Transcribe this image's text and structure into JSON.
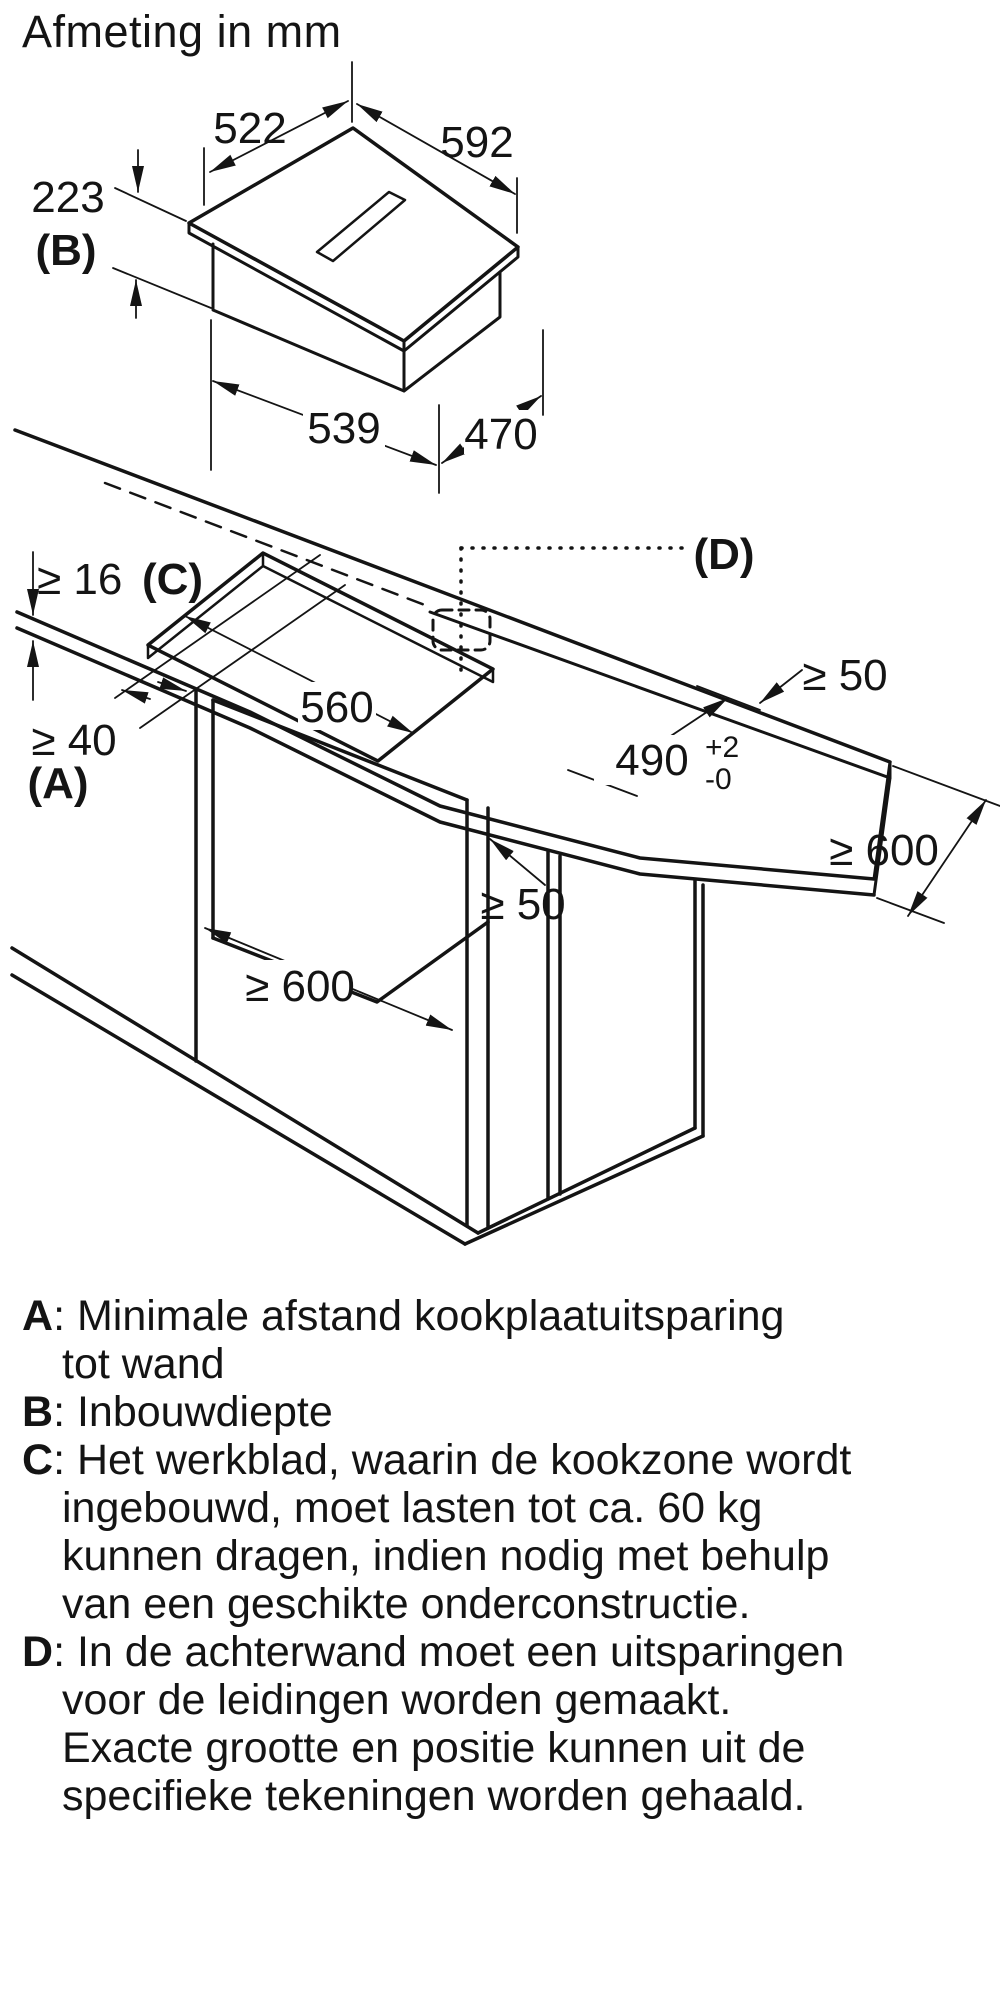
{
  "title": "Afmeting in mm",
  "hob": {
    "dim_522": "522",
    "dim_592": "592",
    "dim_223": "223",
    "ref_b": "(B)",
    "dim_539": "539",
    "dim_470": "470"
  },
  "install": {
    "dim_thickness": "≥ 16",
    "ref_c": "(C)",
    "dim_wall": "≥ 40",
    "ref_a": "(A)",
    "dim_cutout_width": "560",
    "dim_cutout_depth": "490",
    "tol_plus": "+2",
    "tol_minus": "-0",
    "ref_d": "(D)",
    "dim_side_clearance": "≥ 50",
    "dim_front_clearance": "≥ 50",
    "dim_worktop_depth": "≥ 600",
    "dim_niche_width": "≥ 600"
  },
  "legend": {
    "items": [
      {
        "key": "A",
        "sep": ": ",
        "lines": [
          "Minimale afstand kookplaatuitsparing",
          "tot wand"
        ]
      },
      {
        "key": "B",
        "sep": ": ",
        "lines": [
          "Inbouwdiepte"
        ]
      },
      {
        "key": "C",
        "sep": ": ",
        "lines": [
          "Het werkblad, waarin de kookzone wordt",
          "ingebouwd, moet lasten tot ca. 60 kg",
          "kunnen dragen, indien nodig met behulp",
          "van een geschikte onderconstructie."
        ]
      },
      {
        "key": "D",
        "sep": ": ",
        "lines": [
          "In de achterwand moet een uitsparingen",
          "voor de leidingen worden gemaakt.",
          "Exacte grootte en positie kunnen uit de",
          "specifieke tekeningen worden gehaald."
        ]
      }
    ]
  },
  "colors": {
    "ink": "#141414",
    "background": "#ffffff"
  }
}
